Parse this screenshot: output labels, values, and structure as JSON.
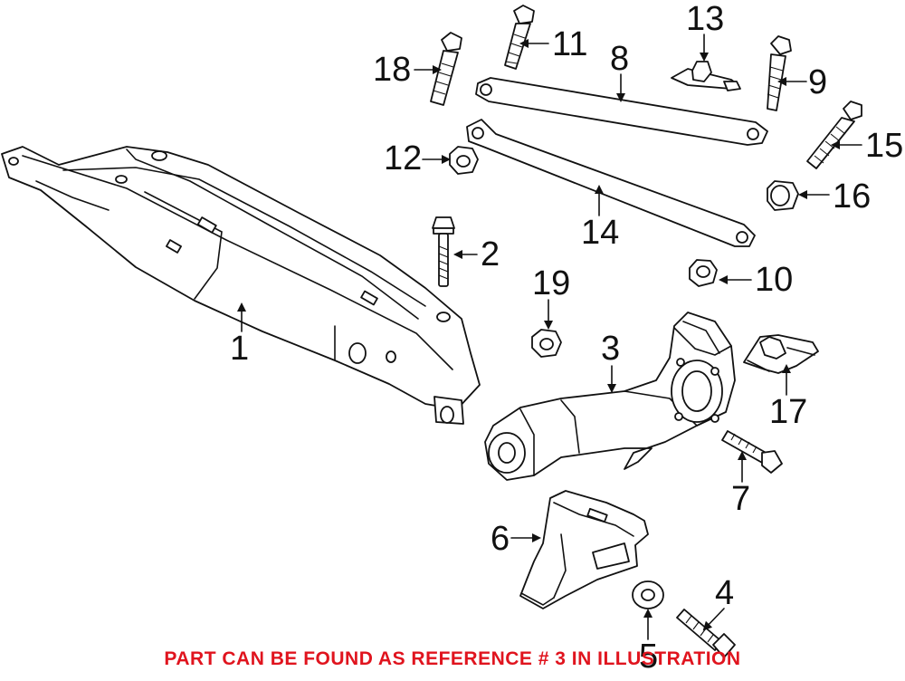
{
  "callouts": {
    "c1": "1",
    "c2": "2",
    "c3": "3",
    "c4": "4",
    "c5": "5",
    "c6": "6",
    "c7": "7",
    "c8": "8",
    "c9": "9",
    "c10": "10",
    "c11": "11",
    "c12": "12",
    "c13": "13",
    "c14": "14",
    "c15": "15",
    "c16": "16",
    "c17": "17",
    "c18": "18",
    "c19": "19"
  },
  "notice": {
    "text": "PART CAN BE FOUND AS REFERENCE # 3 IN ILLUSTRATION",
    "color": "#e0141e"
  },
  "colors": {
    "line": "#111111",
    "background": "#ffffff"
  }
}
